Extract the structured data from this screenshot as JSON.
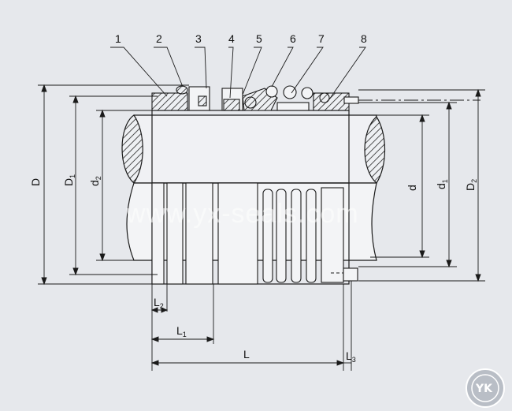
{
  "part_numbers": [
    "1",
    "2",
    "3",
    "4",
    "5",
    "6",
    "7",
    "8"
  ],
  "dimensions": {
    "D": "D",
    "D1": "D",
    "D1_sub": "1",
    "d2": "d",
    "d2_sub": "2",
    "d": "d",
    "d1": "d",
    "d1_sub": "1",
    "D2": "D",
    "D2_sub": "2",
    "L": "L",
    "L1": "L",
    "L1_sub": "1",
    "L2": "L",
    "L2_sub": "2",
    "L3": "L",
    "L3_sub": "3"
  },
  "watermark": "www.yx-seals.com",
  "logo": "YK",
  "colors": {
    "background": "#e6e8ec",
    "line": "#1a1a1a",
    "hatch": "#2a2a2a"
  }
}
